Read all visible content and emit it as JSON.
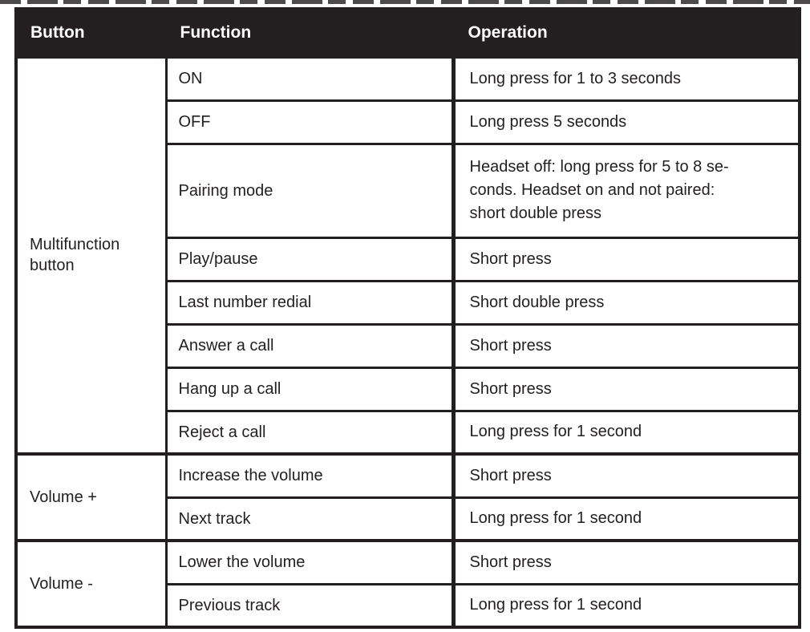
{
  "page": {
    "background": "#ffffff",
    "description_colors": {
      "header_bg": "#231f20",
      "header_text": "#ffffff",
      "body_text": "#231f20",
      "border": "#231f20"
    }
  },
  "table": {
    "headers": {
      "button": "Button",
      "function": "Function",
      "operation": "Operation"
    },
    "groups": [
      {
        "button": "Multifunction button",
        "rows": [
          {
            "function": "ON",
            "operation": "Long press for 1 to 3 seconds"
          },
          {
            "function": "OFF",
            "operation": "Long press 5 seconds"
          },
          {
            "function": "Pairing mode",
            "operation": "Headset off: long press for 5 to 8 se-\nconds. Headset on and not paired:\nshort double press"
          },
          {
            "function": "Play/pause",
            "operation": "Short press"
          },
          {
            "function": "Last number redial",
            "operation": "Short double press"
          },
          {
            "function": "Answer a call",
            "operation": "Short press"
          },
          {
            "function": "Hang up a call",
            "operation": "Short press"
          },
          {
            "function": "Reject a call",
            "operation": "Long press for 1 second"
          }
        ]
      },
      {
        "button": "Volume +",
        "rows": [
          {
            "function": "Increase the volume",
            "operation": "Short press"
          },
          {
            "function": "Next track",
            "operation": "Long press for 1 second"
          }
        ]
      },
      {
        "button": "Volume -",
        "rows": [
          {
            "function": "Lower the volume",
            "operation": "Short press"
          },
          {
            "function": "Previous track",
            "operation": "Long press for 1 second"
          }
        ]
      }
    ]
  }
}
